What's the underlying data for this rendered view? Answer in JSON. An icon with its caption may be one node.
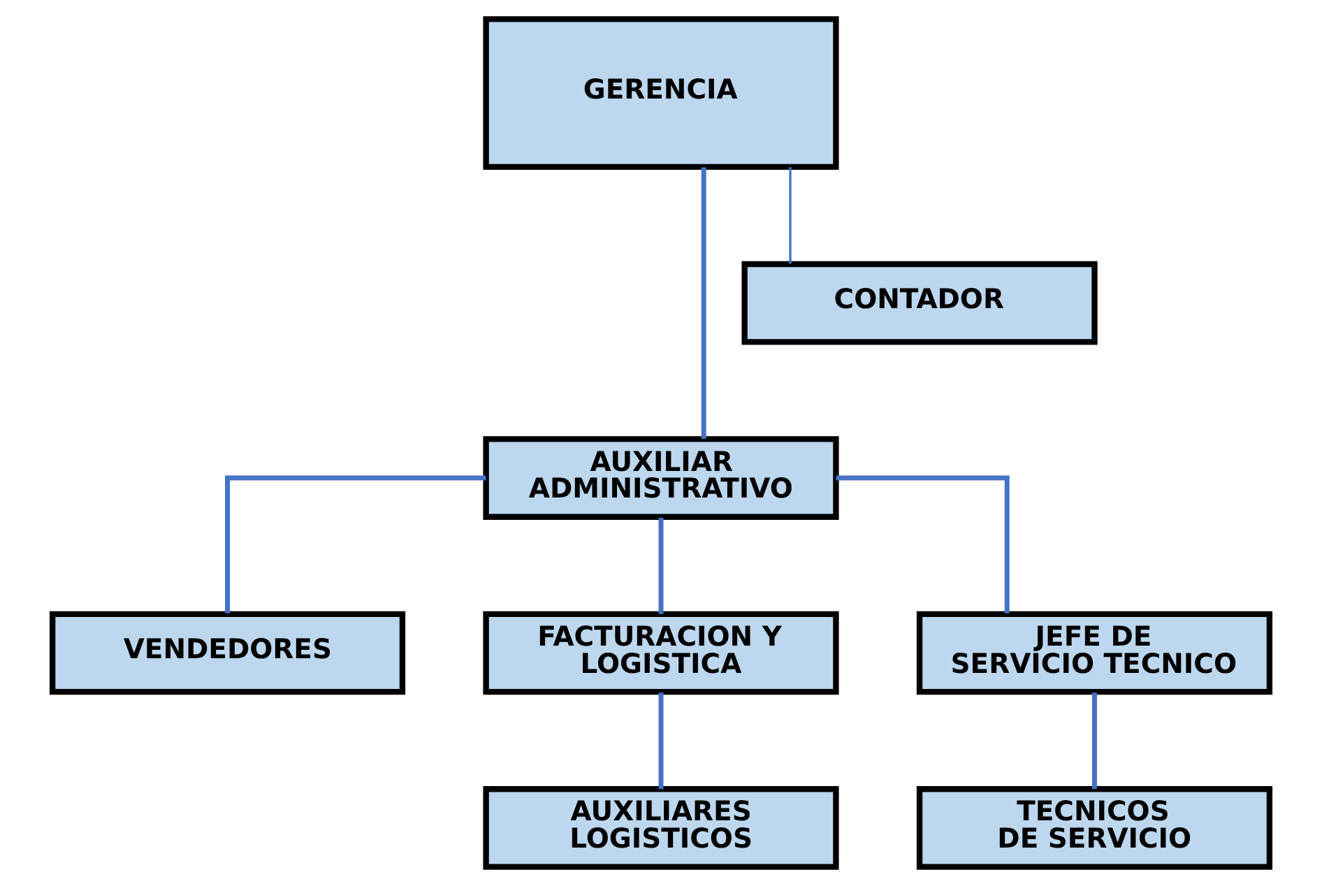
{
  "diagram": {
    "nodes": [
      {
        "text": [
          "GERENCIA"
        ]
      },
      {
        "text": [
          "CONTADOR"
        ]
      },
      {
        "text": [
          "AUXILIAR ADMINISTRATIVO"
        ]
      },
      {
        "text": [
          "VENDEDORES"
        ]
      },
      {
        "text": [
          "FACTURACION Y LOGISTICA"
        ]
      },
      {
        "text": [
          "JEFE DE SERVICIO TECNICO"
        ]
      },
      {
        "text": [
          "AUXILIARES LOGISTICOS"
        ]
      },
      {
        "text": [
          "TECNICOS DE SERVICIO"
        ]
      }
    ],
    "edges": [
      {
        "from": 0,
        "to": 2,
        "arrow": "none"
      },
      {
        "from": 0,
        "to": 1,
        "arrow": "none"
      },
      {
        "from": 2,
        "to": 3,
        "arrow": "none"
      },
      {
        "from": 2,
        "to": 4,
        "arrow": "none"
      },
      {
        "from": 2,
        "to": 5,
        "arrow": "none"
      },
      {
        "from": 4,
        "to": 6,
        "arrow": "none"
      },
      {
        "from": 5,
        "to": 7,
        "arrow": "none"
      }
    ]
  }
}
